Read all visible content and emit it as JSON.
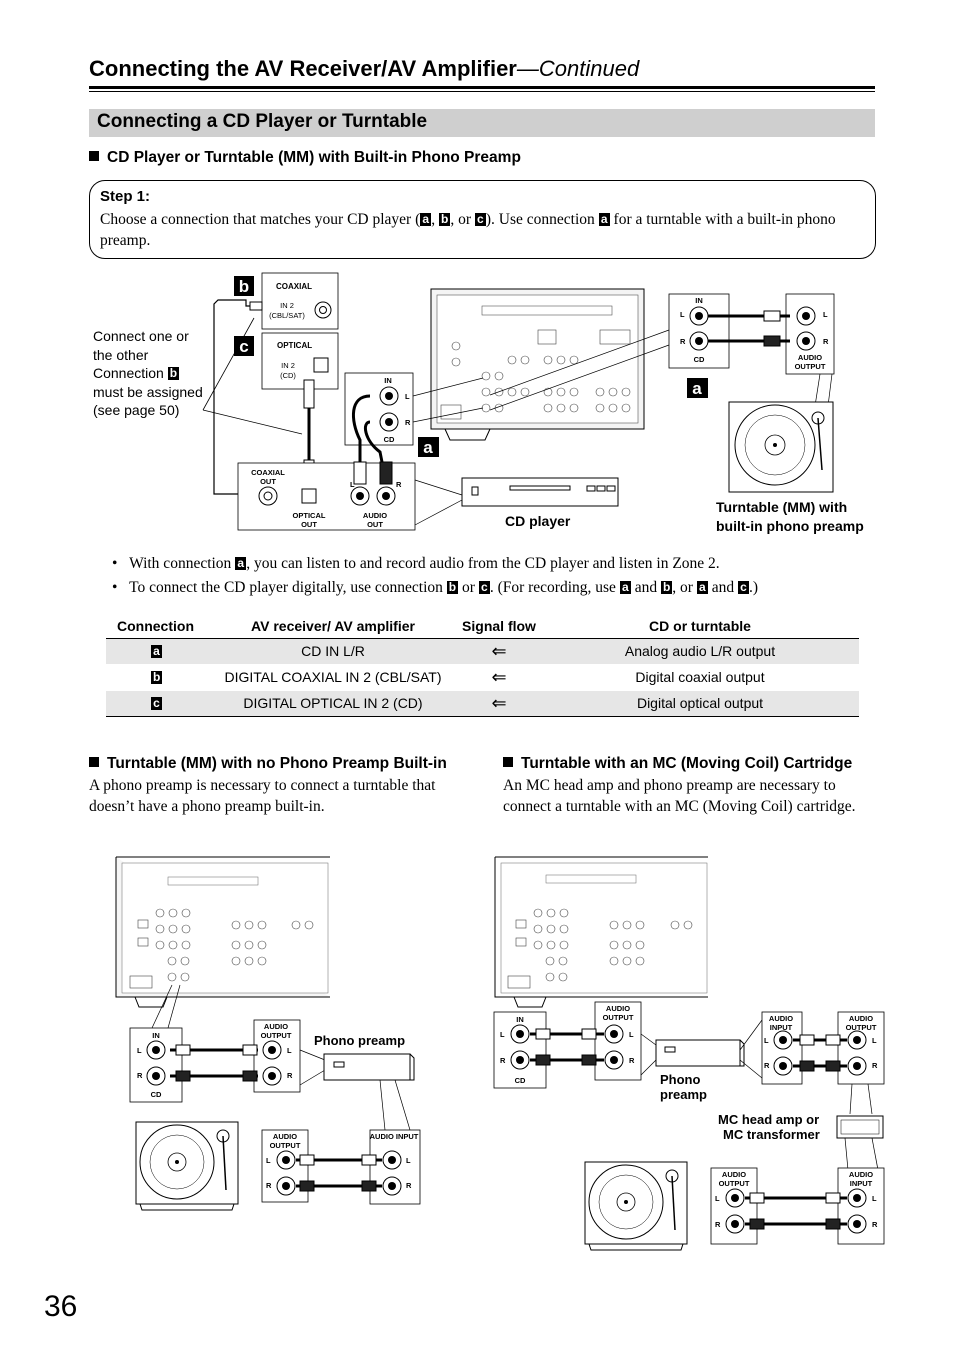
{
  "header": {
    "title": "Connecting the AV Receiver/AV Amplifier",
    "title_continued": "—Continued"
  },
  "section": {
    "title": "Connecting a CD Player or Turntable"
  },
  "subsection1": {
    "heading": "CD Player or Turntable (MM) with Built-in Phono Preamp"
  },
  "step": {
    "title": "Step 1:",
    "text_before": "Choose a connection that matches your CD player (",
    "sep1": ", ",
    "sep2": ", or ",
    "text_mid": "). Use connection ",
    "text_after": " for a turntable with a built-in phono preamp."
  },
  "tags": {
    "a": "a",
    "b": "b",
    "c": "c"
  },
  "diagram1": {
    "note_before": "Connect one or the other Connection ",
    "note_after": " must be assigned (see page 50)",
    "coaxial_label": "COAXIAL",
    "coaxial_in": "IN 2 (CBL/SAT)",
    "optical_label": "OPTICAL",
    "optical_in": "IN 2 (CD)",
    "in_label": "IN",
    "cd_label": "CD",
    "left": "L",
    "right": "R",
    "coaxial_out": "COAXIAL OUT",
    "optical_out": "OPTICAL OUT",
    "audio_out": "AUDIO OUT",
    "audio_output": "AUDIO OUTPUT",
    "cd_player": "CD player",
    "turntable_label": "Turntable (MM) with built-in phono preamp"
  },
  "bullets": {
    "b1_before": "With connection ",
    "b1_after": ", you can listen to and record audio from the CD player and listen in Zone 2.",
    "b2_before": "To connect the CD player digitally, use connection ",
    "b2_or": " or ",
    "b2_mid": ". (For recording, use ",
    "b2_and": " and ",
    "b2_or2": ", or ",
    "b2_end": ".)"
  },
  "table": {
    "headers": [
      "Connection",
      "AV receiver/ AV amplifier",
      "Signal flow",
      "CD or turntable"
    ],
    "rows": [
      {
        "tag": "a",
        "receiver": "CD IN L/R",
        "flow": "⇐",
        "source": "Analog audio L/R output"
      },
      {
        "tag": "b",
        "receiver": "DIGITAL COAXIAL IN 2 (CBL/SAT)",
        "flow": "⇐",
        "source": "Digital coaxial output"
      },
      {
        "tag": "c",
        "receiver": "DIGITAL OPTICAL IN 2 (CD)",
        "flow": "⇐",
        "source": "Digital optical output"
      }
    ]
  },
  "subsection2": {
    "heading": "Turntable (MM) with no Phono Preamp Built-in",
    "text": "A phono preamp is necessary to connect a turntable that doesn’t have a phono preamp built-in.",
    "phono_preamp": "Phono preamp",
    "audio_input": "AUDIO INPUT"
  },
  "subsection3": {
    "heading": "Turntable with an MC (Moving Coil) Cartridge",
    "text": "An MC head amp and phono preamp are necessary to connect a turntable with an MC (Moving Coil) cartridge.",
    "phono_preamp": "Phono preamp",
    "mc_head_amp": "MC head amp or MC transformer"
  },
  "page_number": "36",
  "colors": {
    "section_bar": "#cfcfcf",
    "table_shade": "#e6e6e6",
    "ink": "#000000"
  },
  "icons": [
    "receiver-rear-panel-icon",
    "turntable-icon",
    "cd-player-icon",
    "rca-jack-icon",
    "optical-jack-icon",
    "phono-preamp-icon"
  ]
}
